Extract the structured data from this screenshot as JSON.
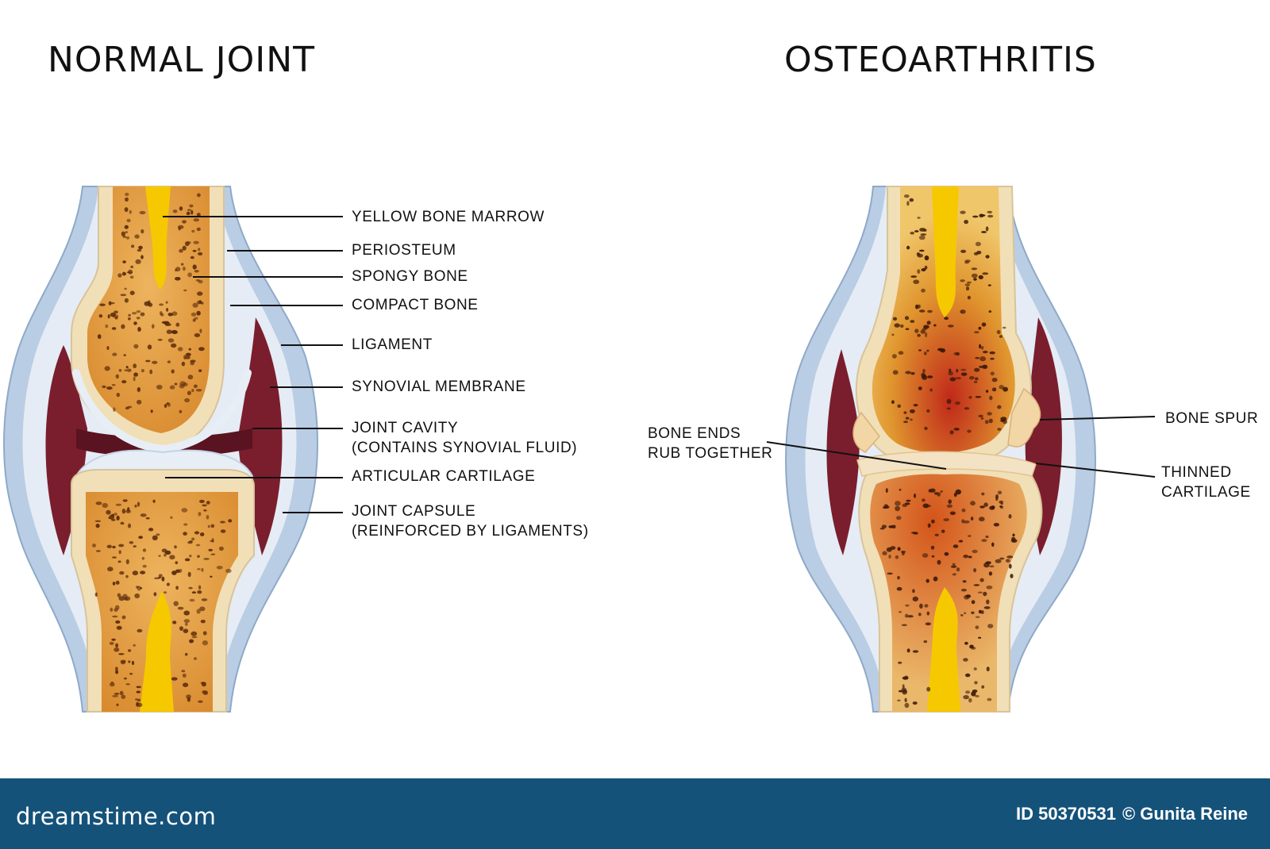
{
  "titles": {
    "normal": "NORMAL JOINT",
    "osteo": "OSTEOARTHRITIS"
  },
  "normal_labels": {
    "yellow_bone_marrow": "YELLOW BONE MARROW",
    "periosteum": "PERIOSTEUM",
    "spongy_bone": "SPONGY BONE",
    "compact_bone": "COMPACT BONE",
    "ligament": "LIGAMENT",
    "synovial_membrane": "SYNOVIAL MEMBRANE",
    "joint_cavity": [
      "JOINT CAVITY",
      "(CONTAINS SYNOVIAL FLUID)"
    ],
    "articular_cartilage": "ARTICULAR CARTILAGE",
    "joint_capsule": [
      "JOINT CAPSULE",
      "(REINFORCED BY LIGAMENTS)"
    ]
  },
  "osteo_labels": {
    "bone_ends": [
      "BONE ENDS",
      "RUB TOGETHER"
    ],
    "bone_spur": "BONE SPUR",
    "thinned_cartilage": [
      "THINNED",
      "CARTILAGE"
    ]
  },
  "footer": {
    "brand": "dreamstime.com",
    "id": "ID 50370531",
    "credit": "© Gunita Reine"
  },
  "colors": {
    "capsule": "#b9cde4",
    "synovial_membrane": "#7a1e2e",
    "compact_bone": "#f1dfb7",
    "spongy_bone": "#e2a24d",
    "marrow": "#f6c800",
    "cartilage": "#e7eef6",
    "footer": "#14527a"
  }
}
